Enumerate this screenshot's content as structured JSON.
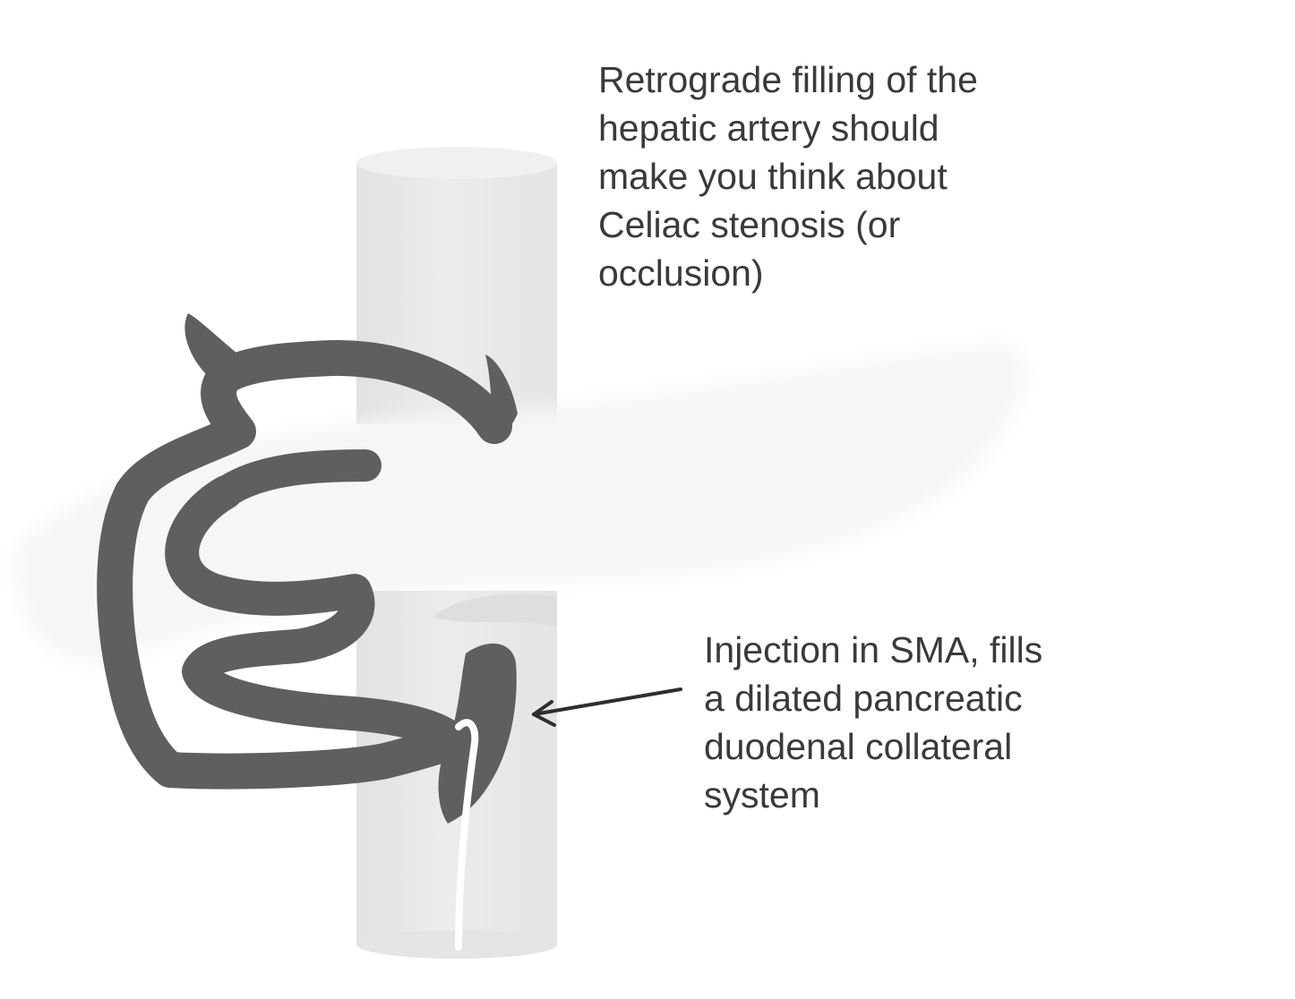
{
  "annotations": {
    "celiac": {
      "lines": [
        "Retrograde filling of the",
        "hepatic artery should",
        "make you think about",
        "Celiac stenosis (or",
        "occlusion)"
      ]
    },
    "sma": {
      "lines": [
        "Injection in SMA, fills",
        "a dilated pancreatic",
        "duodenal collateral",
        "system"
      ]
    }
  },
  "colors": {
    "vessel": "#5f5f5f",
    "aorta": "#e9e9e9",
    "pancreas": "#f5f5f5",
    "text": "#3a3a3a",
    "arrow": "#2e2e2e"
  }
}
